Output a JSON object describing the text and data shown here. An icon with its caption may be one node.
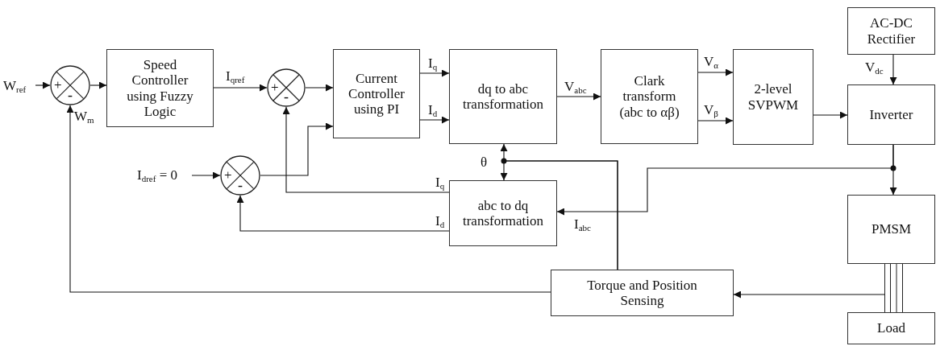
{
  "diagram": {
    "nodes": [
      {
        "text": [
          "W$_{ref}$"
        ]
      },
      {
        "text": [
          "+",
          "-"
        ]
      },
      {
        "text": [
          "Speed Controller using Fuzzy Logic"
        ]
      },
      {
        "text": [
          "+",
          "-"
        ]
      },
      {
        "text": [
          "Current Controller using PI"
        ]
      },
      {
        "text": [
          "dq to abc transformation"
        ]
      },
      {
        "text": [
          "Clark transform (abc to αβ)"
        ]
      },
      {
        "text": [
          "2-level SVPWM"
        ]
      },
      {
        "text": [
          "AC-DC Rectifier"
        ]
      },
      {
        "text": [
          "Inverter"
        ]
      },
      {
        "text": [
          "I$_{dref}$ = 0"
        ]
      },
      {
        "text": [
          "+",
          "-"
        ]
      },
      {
        "text": [
          "abc to dq transformation"
        ]
      },
      {
        "text": [
          "PMSM"
        ]
      },
      {
        "text": [
          "Torque and Position Sensing"
        ]
      },
      {
        "text": [],
        "shape": "bar"
      },
      {
        "text": [
          "Load"
        ]
      }
    ],
    "edges": [
      {
        "from": 0,
        "to": 1,
        "arrow": "to"
      },
      {
        "from": 1,
        "to": 2,
        "arrow": "to"
      },
      {
        "from": 2,
        "to": 3,
        "arrow": "to",
        "label": "I$_{qref}$"
      },
      {
        "from": 3,
        "to": 4,
        "arrow": "to"
      },
      {
        "from": 10,
        "to": 11,
        "arrow": "to"
      },
      {
        "from": 11,
        "to": 4,
        "arrow": "to"
      },
      {
        "from": 4,
        "to": 5,
        "arrow": "to",
        "label": "I$_{q}$"
      },
      {
        "from": 4,
        "to": 5,
        "arrow": "to",
        "label": "I$_{d}$"
      },
      {
        "from": 5,
        "to": 6,
        "arrow": "to",
        "label": "V$_{abc}$"
      },
      {
        "from": 6,
        "to": 7,
        "arrow": "to",
        "label": "V$_{α}$"
      },
      {
        "from": 6,
        "to": 7,
        "arrow": "to",
        "label": "V$_{β}$"
      },
      {
        "from": 7,
        "to": 9,
        "arrow": "to"
      },
      {
        "from": 8,
        "to": 9,
        "arrow": "to",
        "label": "V$_{dc}$"
      },
      {
        "from": 9,
        "to": 13,
        "arrow": "to"
      },
      {
        "from": 9,
        "to": 12,
        "arrow": "to",
        "label": "I$_{abc}$"
      },
      {
        "from": 12,
        "to": 3,
        "arrow": "to",
        "label": "I$_{q}$"
      },
      {
        "from": 12,
        "to": 11,
        "arrow": "to",
        "label": "I$_{d}$"
      },
      {
        "from": 15,
        "to": 14,
        "arrow": "to"
      },
      {
        "from": 14,
        "to": 1,
        "arrow": "to",
        "label": "W$_{m}$"
      },
      {
        "from": 14,
        "to": 5,
        "arrow": "to"
      },
      {
        "from": 14,
        "to": 12,
        "arrow": "to"
      }
    ],
    "labels": [
      "θ"
    ]
  }
}
